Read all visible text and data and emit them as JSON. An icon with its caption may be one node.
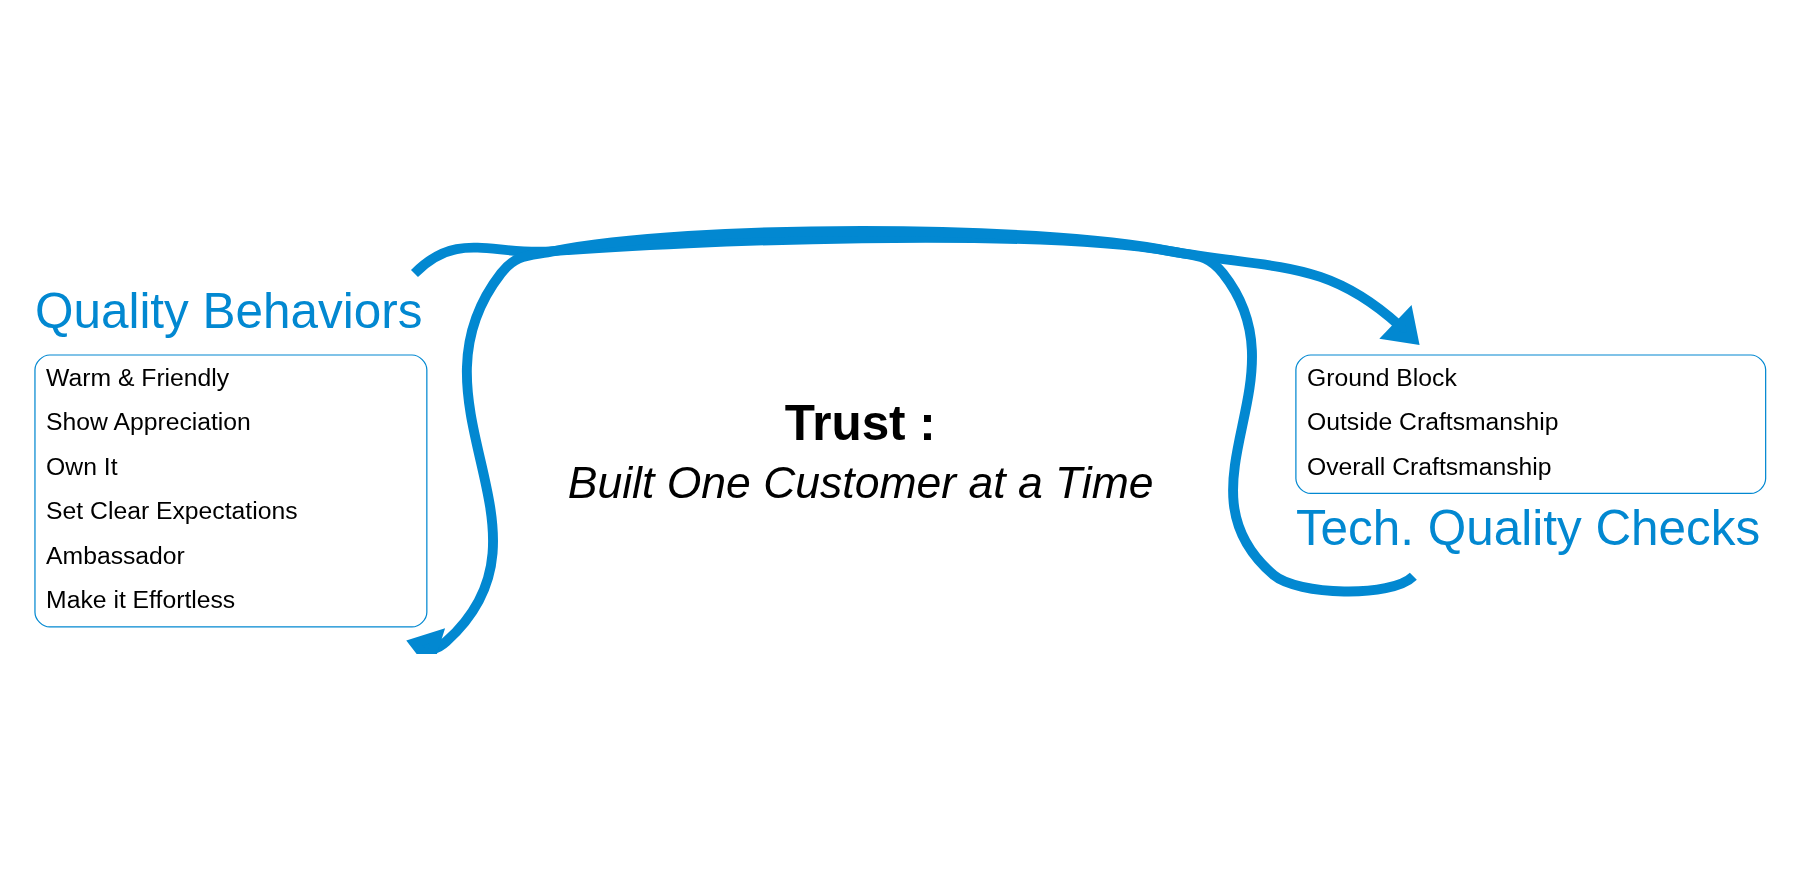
{
  "diagram": {
    "nodes": [
      {
        "text": [
          "Quality Behaviors",
          "Warm & Friendly",
          "Show Appreciation",
          "Own It",
          "Set Clear Expectations",
          "Ambassador",
          "Make it Effortless"
        ]
      },
      {
        "text": [
          "Trust :",
          "Built One Customer at a Time"
        ]
      },
      {
        "text": [
          "Ground Block",
          "Outside Craftsmanship",
          "Overall Craftsmanship",
          "Tech. Quality Checks"
        ]
      }
    ],
    "edges": [
      {
        "from": 0,
        "to": 2,
        "arrow": "to"
      },
      {
        "from": 2,
        "to": 0,
        "arrow": "to"
      }
    ]
  }
}
